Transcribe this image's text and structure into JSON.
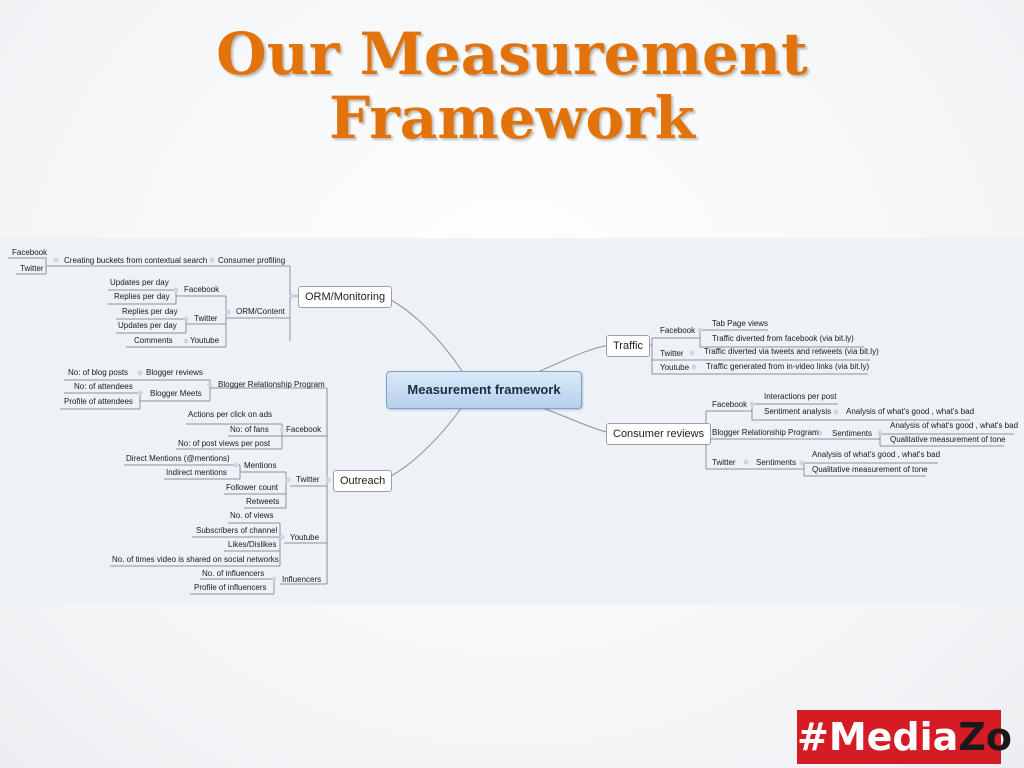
{
  "slide": {
    "title_line1": "Our Measurement",
    "title_line2": "Framework",
    "accent_color": "#e2730b",
    "badge_prefix": "#Media",
    "badge_suffix": "Zo",
    "badge_color": "#d51c24"
  },
  "mindmap": {
    "central": "Measurement framework",
    "left": {
      "orm": {
        "label": "ORM/Monitoring",
        "consumer_profiling": "Consumer profiling",
        "creating_buckets": "Creating buckets from contextual search",
        "cp_facebook": "Facebook",
        "cp_twitter": "Twitter",
        "orm_content": "ORM/Content",
        "oc_facebook": "Facebook",
        "fb_updates": "Updates per day",
        "fb_replies": "Replies per day",
        "oc_twitter": "Twitter",
        "tw_replies": "Replies per day",
        "tw_updates": "Updates per day",
        "oc_youtube": "Youtube",
        "yt_comments": "Comments"
      },
      "outreach": {
        "label": "Outreach",
        "blogger_program": "Blogger Relationship Program",
        "blogger_reviews": "Blogger reviews",
        "blog_posts": "No: of blog posts",
        "blogger_meets": "Blogger Meets",
        "attendees": "No: of attendees",
        "profile_attendees": "Profile of attendees",
        "facebook": "Facebook",
        "actions_per_click": "Actions per click on ads",
        "fans": "No: of fans",
        "post_views": "No: of post views per post",
        "twitter": "Twitter",
        "mentions": "Mentions",
        "direct_mentions": "Direct Mentions (@mentions)",
        "indirect_mentions": "Indirect mentions",
        "follower_count": "Follower count",
        "retweets": "Retweets",
        "youtube": "Youtube",
        "views": "No. of views",
        "subscribers": "Subscribers of channel",
        "likes": "Likes/Dislikes",
        "shared": "No. of times video is shared on social networks",
        "influencers": "Influencers",
        "num_influencers": "No. of influencers",
        "profile_influencers": "Profile of influencers"
      }
    },
    "right": {
      "traffic": {
        "label": "Traffic",
        "facebook": "Facebook",
        "tab_views": "Tab Page views",
        "fb_diverted": "Traffic diverted from facebook (via bit.ly)",
        "twitter": "Twitter",
        "tw_diverted": "Traffic diverted via tweets and retweets (via bit.ly)",
        "youtube": "Youtube",
        "yt_generated": "Traffic generated from in-video links (via bit.ly)"
      },
      "reviews": {
        "label": "Consumer reviews",
        "facebook": "Facebook",
        "interactions": "Interactions per post",
        "sentiment_analysis": "Sentiment analysis",
        "fb_good_bad": "Analysis of what's good , what's bad",
        "blogger_program": "Blogger Relationship Program",
        "bp_sentiments": "Sentiments",
        "bp_good_bad": "Analysis of what's good , what's bad",
        "bp_qualitative": "Qualitative measurement of tone",
        "twitter": "Twitter",
        "tw_sentiments": "Sentiments",
        "tw_good_bad": "Analysis of what's good , what's bad",
        "tw_qualitative": "Qualitative measurement of tone"
      }
    }
  }
}
